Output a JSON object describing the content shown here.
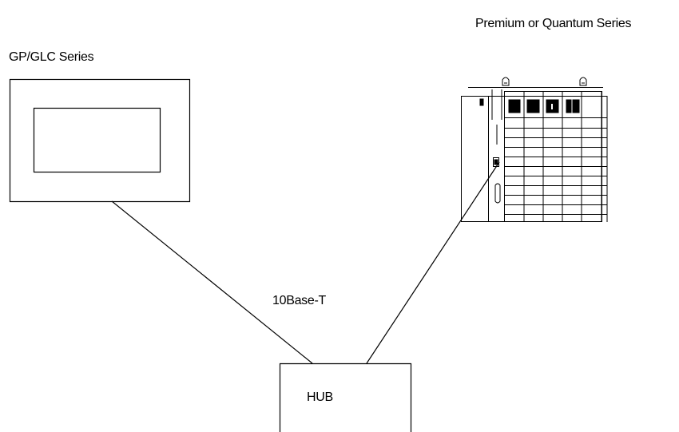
{
  "labels": {
    "plc_series": "Premium or Quantum Series",
    "gp_series": "GP/GLC Series",
    "network": "10Base-T",
    "hub": "HUB"
  },
  "colors": {
    "line": "#000000",
    "background": "#ffffff"
  }
}
